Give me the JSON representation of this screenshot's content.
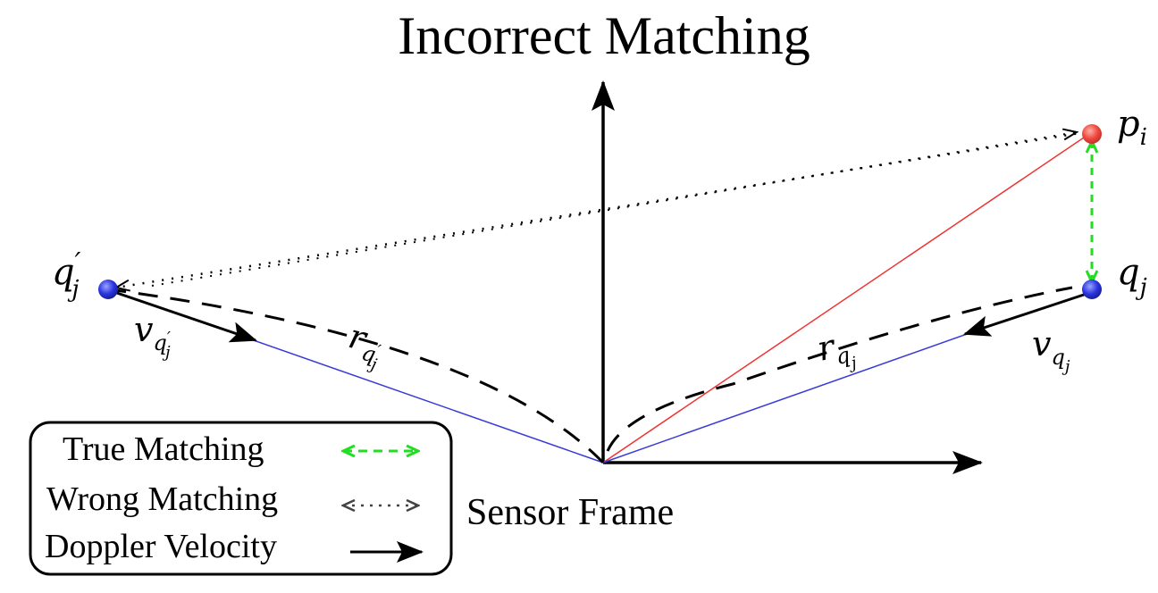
{
  "title": "Incorrect Matching",
  "frame_label": "Sensor Frame",
  "points": {
    "p_i": {
      "base": "p",
      "sub": "i"
    },
    "q_j": {
      "base": "q",
      "sub": "j"
    },
    "q_j_prime": {
      "base": "q",
      "prime": "′",
      "sub": "j"
    }
  },
  "vectors": {
    "v_qj": {
      "base": "v",
      "sub": "q",
      "subsub": "j"
    },
    "v_qj_prime": {
      "base": "v",
      "sub": "q",
      "subprime": "′",
      "subsub": "j"
    },
    "r_qj": {
      "base": "r",
      "sub": "q",
      "subsub": "j"
    },
    "r_qj_prime": {
      "base": "r",
      "sub": "q",
      "subprime": "′",
      "subsub": "j"
    }
  },
  "legend": {
    "true_matching": "True Matching",
    "wrong_matching": "Wrong Matching",
    "doppler_velocity": "Doppler Velocity"
  },
  "colors": {
    "point_p": "#e8413c",
    "point_q": "#2a35e0",
    "true_match": "#22dd22",
    "red_ray": "#ee3333",
    "blue_ray": "#3a3ad8",
    "ink": "#000000"
  }
}
